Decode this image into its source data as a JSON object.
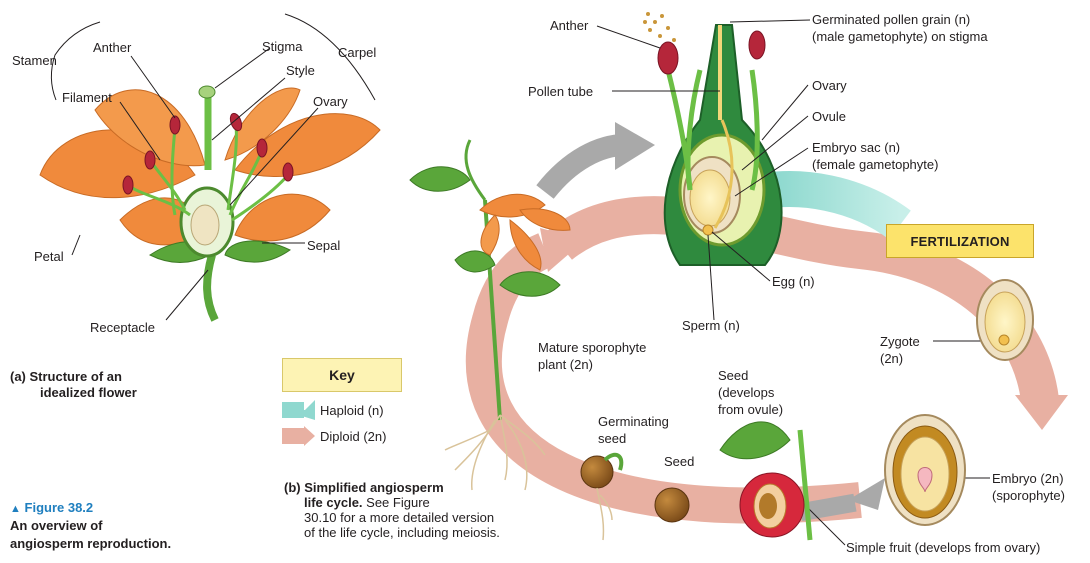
{
  "diagram": {
    "labels": {
      "stamen": "Stamen",
      "anther_a": "Anther",
      "filament": "Filament",
      "stigma": "Stigma",
      "style": "Style",
      "carpel": "Carpel",
      "ovary_a": "Ovary",
      "petal": "Petal",
      "sepal": "Sepal",
      "receptacle": "Receptacle",
      "anther_b": "Anther",
      "pollen_tube": "Pollen tube",
      "germinated_pollen_1": "Germinated pollen grain (n)",
      "germinated_pollen_2": "(male gametophyte) on stigma",
      "ovary_b": "Ovary",
      "ovule": "Ovule",
      "embryo_sac_1": "Embryo sac (n)",
      "embryo_sac_2": "(female gametophyte)",
      "egg": "Egg (n)",
      "sperm": "Sperm (n)",
      "zygote_1": "Zygote",
      "zygote_2": "(2n)",
      "mature_sporophyte_1": "Mature sporophyte",
      "mature_sporophyte_2": "plant (2n)",
      "seed_develops_1": "Seed",
      "seed_develops_2": "(develops",
      "seed_develops_3": "from ovule)",
      "germinating_seed_1": "Germinating",
      "germinating_seed_2": "seed",
      "seed": "Seed",
      "embryo_1": "Embryo (2n)",
      "embryo_2": "(sporophyte)",
      "simple_fruit": "Simple fruit (develops from ovary)",
      "fertilization": "FERTILIZATION"
    },
    "captions": {
      "a_line1": "(a) Structure of an",
      "a_line2": "idealized flower",
      "b_line1": "(b) Simplified angiosperm",
      "b_line2": "life cycle.",
      "b_line2_rest": " See Figure",
      "b_line3": "30.10 for a more detailed version",
      "b_line4": "of the life cycle, including meiosis."
    },
    "key": {
      "title": "Key",
      "haploid": "Haploid (n)",
      "diploid": "Diploid (2n)"
    },
    "figure": {
      "number": "Figure 38.2",
      "title_line1": "An overview of",
      "title_line2": "angiosperm reproduction."
    },
    "colors": {
      "haploid": "#8fd8cf",
      "diploid": "#e8b0a2",
      "petal": "#f08a3c",
      "sepal": "#5aa63a",
      "anther": "#b5263a",
      "fertilization_box": "#fce36b",
      "figure_blue": "#1f7fbf"
    }
  }
}
